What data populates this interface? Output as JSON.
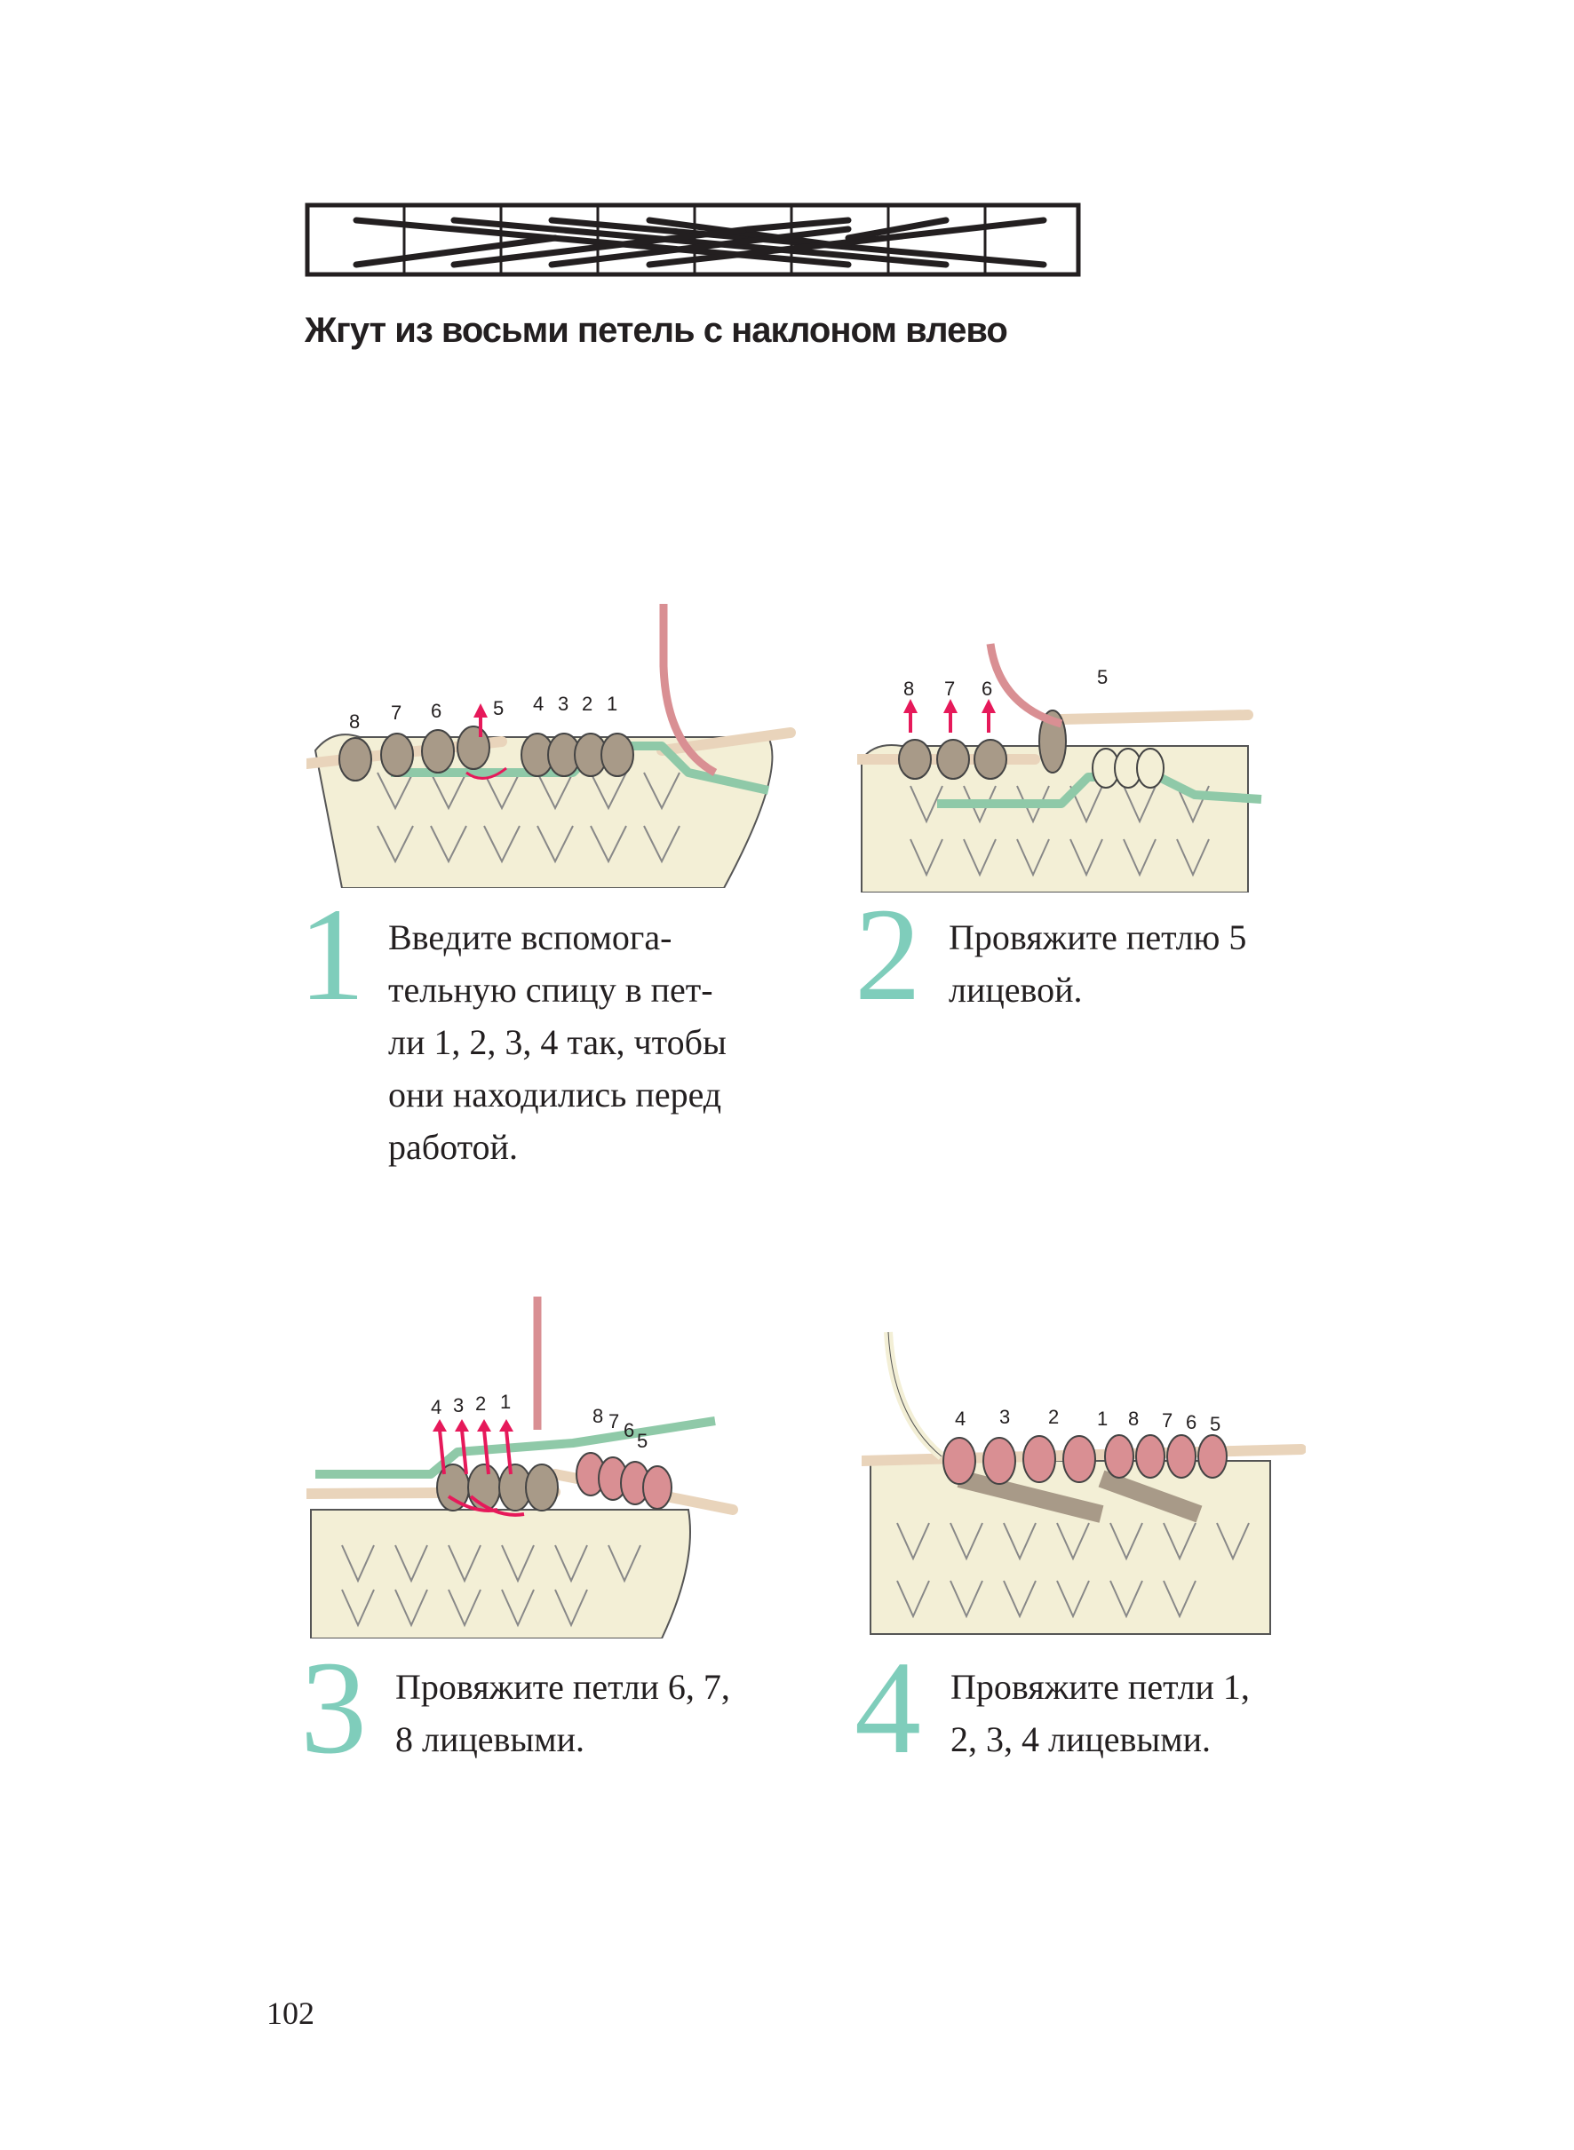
{
  "title": "Жгут из восьми петель с наклоном влево",
  "steps": [
    {
      "number": "1",
      "lines": [
        "Введите вспомога-",
        "тельную спицу в пет-",
        "ли 1, 2, 3, 4 так, чтобы",
        "они находились перед",
        "работой."
      ],
      "labels": [
        "8",
        "7",
        "6",
        "5",
        "4",
        "3",
        "2",
        "1"
      ]
    },
    {
      "number": "2",
      "lines": [
        "Провяжите петлю 5",
        "лицевой."
      ],
      "labels": [
        "8",
        "7",
        "6",
        "5"
      ]
    },
    {
      "number": "3",
      "lines": [
        "Провяжите петли 6, 7,",
        "8 лицевыми."
      ],
      "labels": [
        "4",
        "3",
        "2",
        "1",
        "8",
        "7",
        "6",
        "5"
      ]
    },
    {
      "number": "4",
      "lines": [
        "Провяжите петли 1,",
        "2, 3, 4 лицевыми."
      ],
      "labels": [
        "4",
        "3",
        "2",
        "1",
        "8",
        "7",
        "6",
        "5"
      ]
    }
  ],
  "page_number": "102",
  "colors": {
    "accent": "#7fcdbb",
    "yarn": "#f3efd6",
    "loop": "#a89a88",
    "cable_needle": "#8fc9a8",
    "working_yarn": "#d98f93",
    "arrow": "#e6195a"
  }
}
